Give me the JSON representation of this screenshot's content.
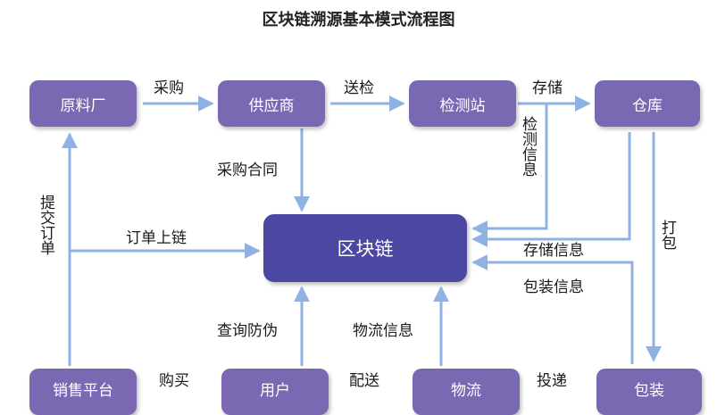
{
  "title": "区块链溯源基本模式流程图",
  "colors": {
    "node": "#7b68b2",
    "center": "#4b47a3",
    "arrow": "#8fb2e3"
  },
  "nodes": {
    "raw_factory": "原料厂",
    "supplier": "供应商",
    "inspection": "检测站",
    "warehouse": "仓库",
    "blockchain": "区块链",
    "sales_platform": "销售平台",
    "user": "用户",
    "logistics": "物流",
    "packaging": "包装"
  },
  "edges": {
    "purchase": "采购",
    "send_inspect": "送检",
    "store": "存储",
    "purchase_contract": "采购合同",
    "inspect_info": "检测信息",
    "submit_order": "提交订单",
    "order_on_chain": "订单上链",
    "storage_info": "存储信息",
    "package_info": "包装信息",
    "pack": "打包",
    "anti_fake": "查询防伪",
    "logistics_info": "物流信息",
    "buy": "购买",
    "deliver": "配送",
    "dispatch": "投递"
  }
}
